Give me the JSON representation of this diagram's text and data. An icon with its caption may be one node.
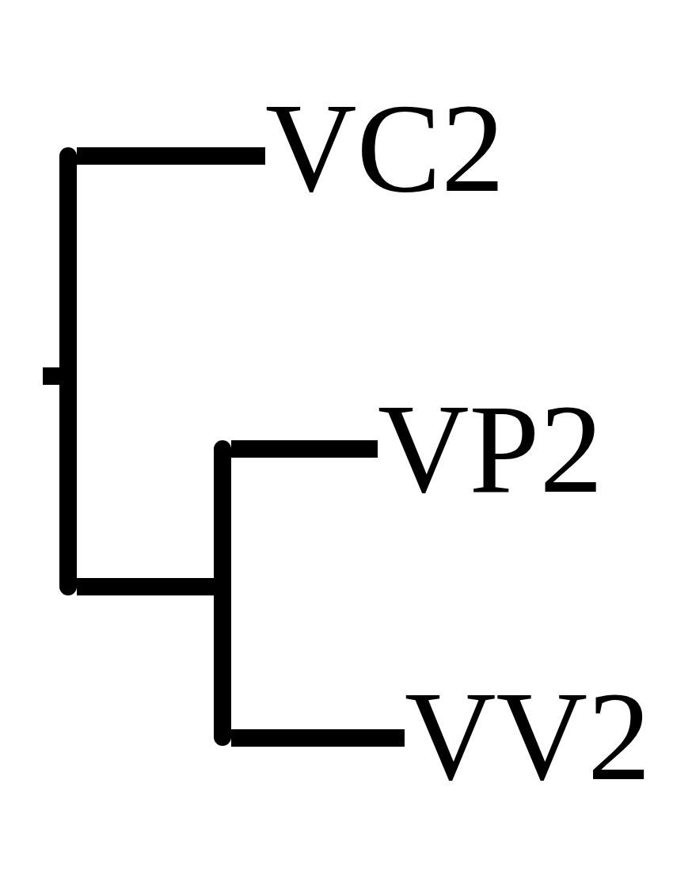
{
  "diagram": {
    "nodes": [
      {
        "text": [],
        "shape": "bar"
      },
      {
        "text": [
          "VC2"
        ]
      },
      {
        "text": [],
        "shape": "bar"
      },
      {
        "text": [
          "VP2"
        ]
      },
      {
        "text": [
          "VV2"
        ]
      }
    ],
    "edges": [
      {
        "from": null,
        "to": 0,
        "arrow": "none"
      },
      {
        "from": 0,
        "to": 1,
        "arrow": "none"
      },
      {
        "from": 0,
        "to": 2,
        "arrow": "none"
      },
      {
        "from": 2,
        "to": 3,
        "arrow": "none"
      },
      {
        "from": 2,
        "to": 4,
        "arrow": "none"
      }
    ]
  }
}
